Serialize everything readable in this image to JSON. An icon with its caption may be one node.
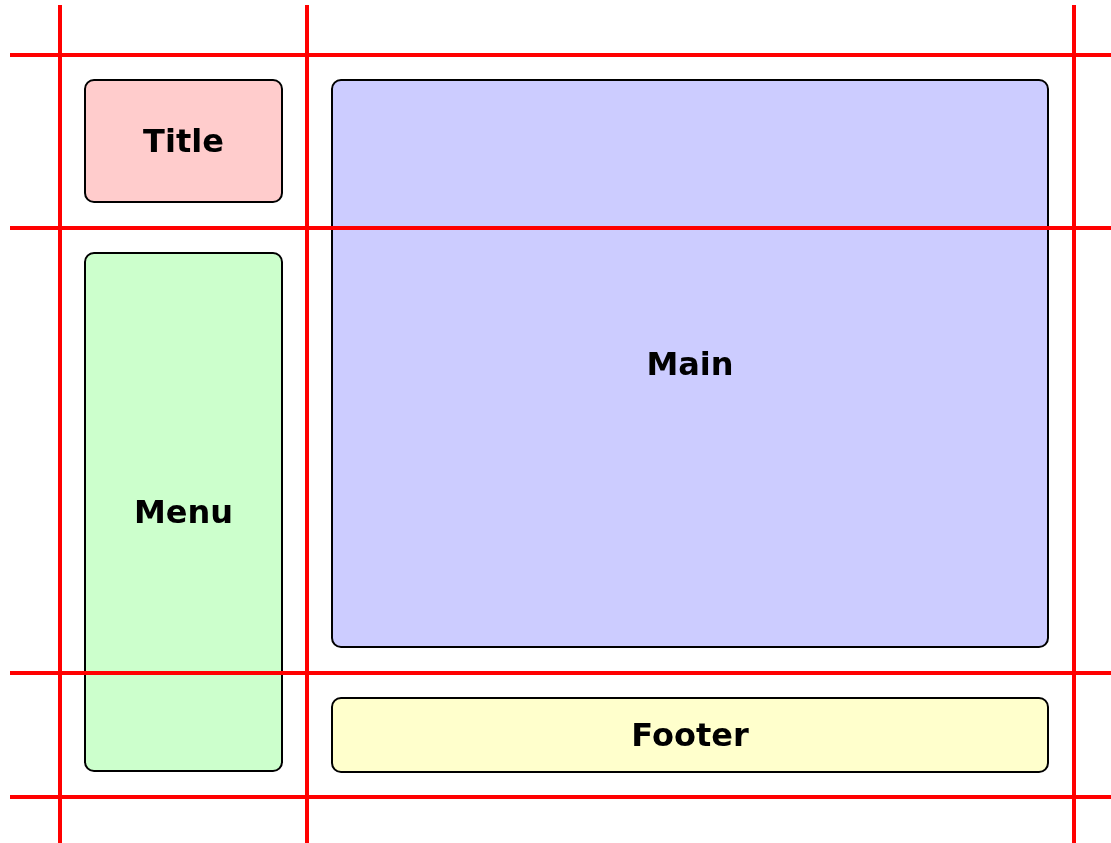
{
  "diagram": {
    "nodes": [
      {
        "text": [
          "Title"
        ]
      },
      {
        "text": [
          "Main"
        ]
      },
      {
        "text": [
          "Menu"
        ]
      },
      {
        "text": [
          "Footer"
        ]
      }
    ],
    "edges": []
  }
}
